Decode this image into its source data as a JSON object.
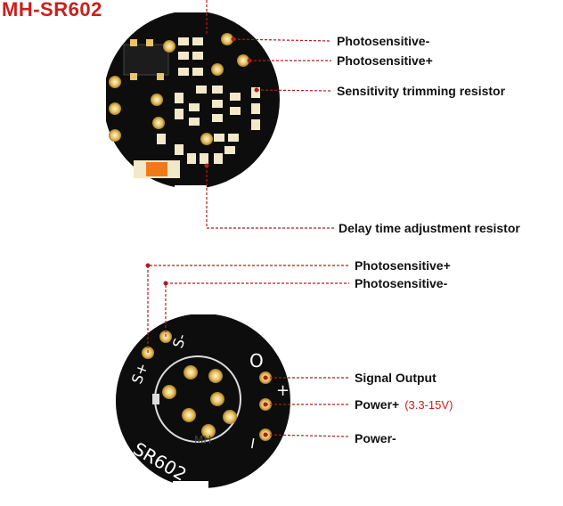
{
  "title": "MH-SR602",
  "colors": {
    "title": "#c8201e",
    "leader": "#b01d1d",
    "board": "#0d0d0d",
    "pad": "#e8c46a",
    "chip": "#f2e9c8",
    "silk": "#ffffff"
  },
  "top_labels": {
    "photo_minus": "Photosensitive-",
    "photo_plus": "Photosensitive+",
    "sensitivity": "Sensitivity trimming resistor",
    "delay": "Delay time adjustment resistor"
  },
  "bottom_labels": {
    "photo_plus": "Photosensitive+",
    "photo_minus": "Photosensitive-",
    "signal": "Signal Output",
    "power_plus": "Power+",
    "power_plus_range": "(3.3-15V)",
    "power_minus": "Power-"
  },
  "silkscreen": {
    "s_plus": "S+",
    "s_minus": "S-",
    "model": "SR602",
    "out": "O",
    "plus": "+",
    "minus": "−",
    "watermark": "MH"
  }
}
